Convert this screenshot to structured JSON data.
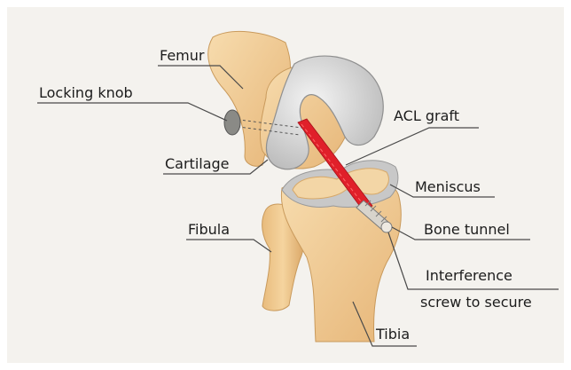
{
  "labels": {
    "femur": "Femur",
    "locking_knob": "Locking knob",
    "acl_graft": "ACL graft",
    "cartilage": "Cartilage",
    "meniscus": "Meniscus",
    "fibula": "Fibula",
    "bone_tunnel": "Bone tunnel",
    "interference_line1": "Interference",
    "interference_line2": "screw to secure",
    "tibia": "Tibia"
  },
  "colors": {
    "background": "#f4f2ee",
    "bone": "#f0c98f",
    "bone_shadow": "#d8a766",
    "cartilage": "#dcdcdc",
    "graft": "#e0202a",
    "text": "#1c1c1c"
  }
}
